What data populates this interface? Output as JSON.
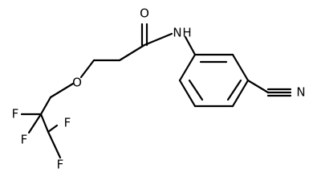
{
  "molecule": {
    "atoms": {
      "oxygen_carbonyl": "O",
      "nitrogen_amide": "N",
      "hydrogen_amide": "H",
      "oxygen_ether": "O",
      "nitrile_nitrogen": "N",
      "fluorine_1": "F",
      "fluorine_2": "F",
      "fluorine_3": "F",
      "fluorine_4": "F"
    },
    "colors": {
      "bond": "#000000",
      "label": "#000000",
      "background": "#ffffff"
    }
  }
}
